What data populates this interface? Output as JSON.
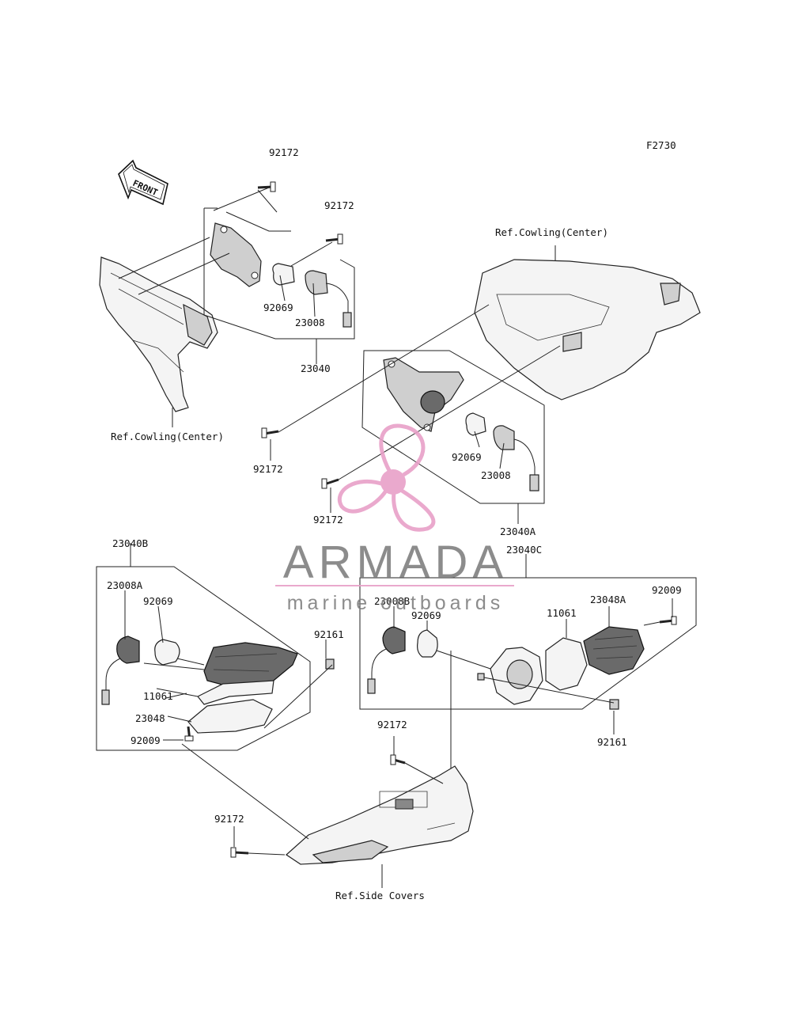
{
  "figure_code": "F2730",
  "front_arrow_label": "FRONT",
  "labels": {
    "top_screw_1": "92172",
    "top_screw_2": "92172",
    "bulb_top": "92069",
    "socket_top": "23008",
    "assy_top": "23040",
    "ref_cowling_left": "Ref.Cowling(Center)",
    "ref_cowling_right": "Ref.Cowling(Center)",
    "mid_screw_1": "92172",
    "mid_screw_2": "92172",
    "bulb_mid": "92069",
    "socket_mid": "23008",
    "assy_mid": "23040A",
    "assy_left": "23040B",
    "socket_left": "23008A",
    "bulb_left": "92069",
    "nut_left": "92161",
    "gasket_left": "11061",
    "lens_left": "23048",
    "screw_left": "92009",
    "assy_right": "23040C",
    "socket_right": "23008B",
    "bulb_right": "92069",
    "gasket_right": "11061",
    "lens_right": "23048A",
    "screw_right": "92009",
    "nut_right": "92161",
    "bottom_screw_1": "92172",
    "bottom_screw_2": "92172",
    "ref_side_covers": "Ref.Side Covers"
  },
  "watermark": {
    "brand": "ARMADA",
    "tagline": "marine outboards",
    "brand_color": "#808080",
    "accent_color": "#e8a0c8"
  }
}
